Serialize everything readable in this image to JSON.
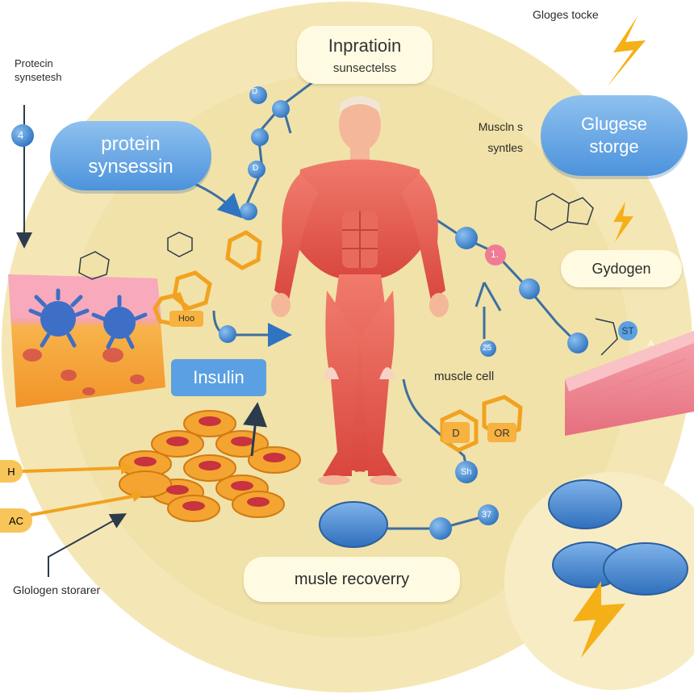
{
  "labels": {
    "top_center_title": "Inpratioin",
    "top_center_sub": "sunsectelss",
    "top_left": "Protecin synsetesh",
    "top_right": "Gloges tocke",
    "protein_bubble": "protein synsessin",
    "glucose_bubble": "Glugese storge",
    "muscle_synth": "Muscln s syntles",
    "glycogen": "Gydogen",
    "insulin": "Insulin",
    "muscle_cell": "muscle cell",
    "recovery": "musle recoverry",
    "bottom_left": "Glologen storarer",
    "arrow_tag_1": "H",
    "arrow_tag_2": "AC",
    "badge_4": "4"
  },
  "molecule_tags": {
    "tag_d_top": "D",
    "tag_d_bottom": "D",
    "tag_d_orange": "D",
    "tag_or": "OR",
    "tag_a": "A",
    "tag_1": "1.",
    "tag_hoo": "Hoo",
    "tag_st": "ST",
    "tag_25": "25",
    "tag_sh": "Sh",
    "tag_37": "37"
  },
  "colors": {
    "background_disc": "#f4e7b5",
    "inner_disc": "#f0e0a4",
    "bubble_blue": "#4c93dc",
    "muscle_red": "#e0564c",
    "molecule_blue": "#3d86c9",
    "molecule_orange": "#f2a21f",
    "bolt_yellow": "#f4b016"
  }
}
